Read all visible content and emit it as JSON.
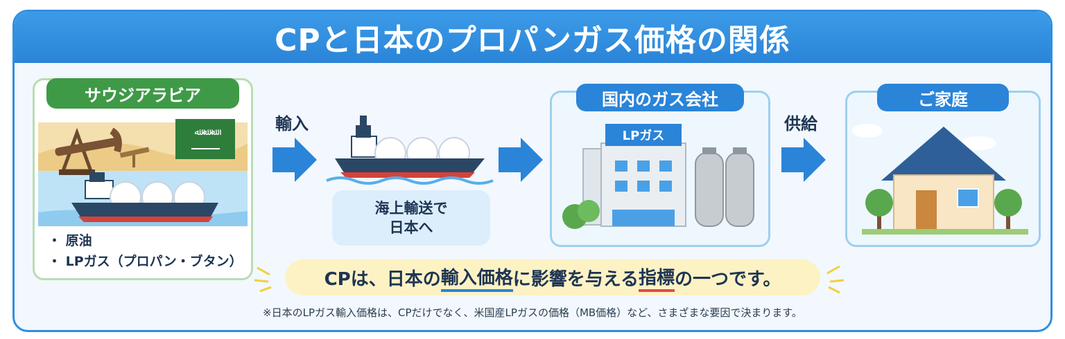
{
  "title": "CPと日本のプロパンガス価格の関係",
  "saudi": {
    "label": "サウジアラビア",
    "bullets": [
      "・ 原油",
      "・ LPガス（プロパン・ブタン）"
    ]
  },
  "step_import": "輸入",
  "sea": {
    "line1": "海上輸送で",
    "line2": "日本へ"
  },
  "company": {
    "label": "国内のガス会社",
    "sign": "LPガス"
  },
  "step_supply": "供給",
  "home": {
    "label": "ご家庭"
  },
  "callout": {
    "p1": "CPは、日本の",
    "p2": "輸入価格",
    "p3": "に影響を与える",
    "p4": "指標",
    "p5": "の一つです。"
  },
  "footnote": "※日本のLPガス輸入価格は、CPだけでなく、米国産LPガスの価格（MB価格）など、さまざまな要因で決まります。",
  "colors": {
    "primary": "#2a84d8",
    "green": "#3f9a47",
    "callout_bg": "#fdf2c4",
    "highlight_red": "#e24b4b"
  },
  "icons": [
    "oil-pump-icon",
    "saudi-flag-icon",
    "lng-ship-icon",
    "arrow-right-icon",
    "gas-company-building-icon",
    "gas-tank-icon",
    "house-icon",
    "tree-icon"
  ]
}
